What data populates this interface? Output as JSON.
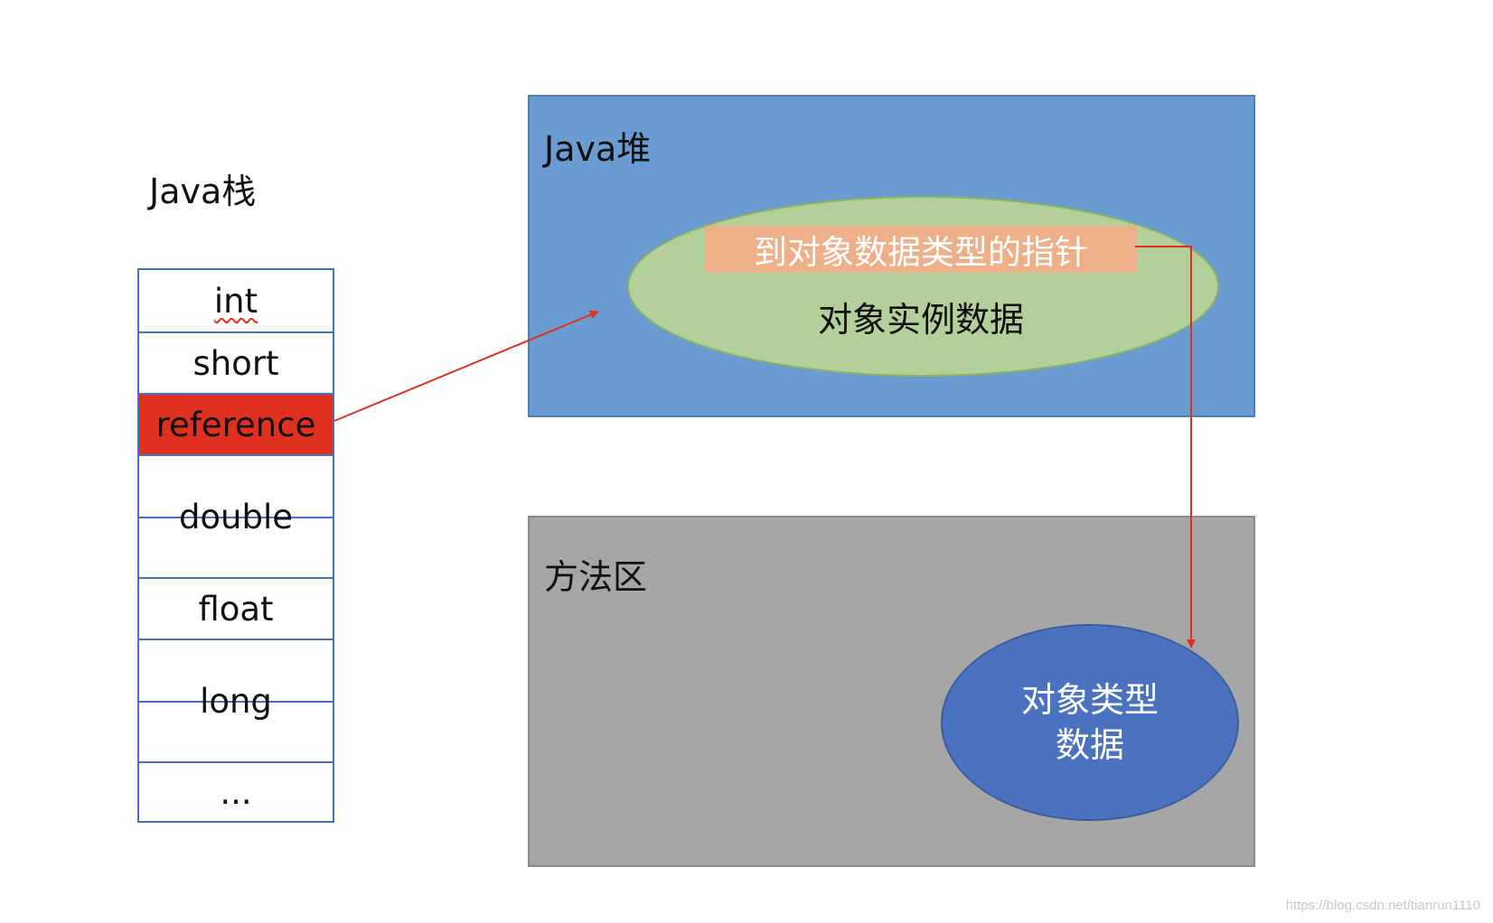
{
  "java_stack": {
    "title": "Java栈",
    "rows": {
      "int": "int",
      "short": "short",
      "reference": "reference",
      "double": "double",
      "float": "float",
      "long": "long",
      "ellipsis": "..."
    }
  },
  "java_heap": {
    "title": "Java堆",
    "pointer_label": "到对象数据类型的指针",
    "instance_label": "对象实例数据"
  },
  "method_area": {
    "title": "方法区",
    "type_data_line1": "对象类型",
    "type_data_line2": "数据"
  },
  "watermark": "https://blog.csdn.net/tianrun1110",
  "colors": {
    "stack_border": "#4472c4",
    "reference_highlight": "#e03020",
    "heap_fill": "#6a9bd1",
    "instance_ellipse": "#b3cf9a",
    "pointer_box": "#eeb089",
    "method_area_fill": "#a6a6a6",
    "type_ellipse": "#4a72c0",
    "arrow": "#e03020"
  }
}
